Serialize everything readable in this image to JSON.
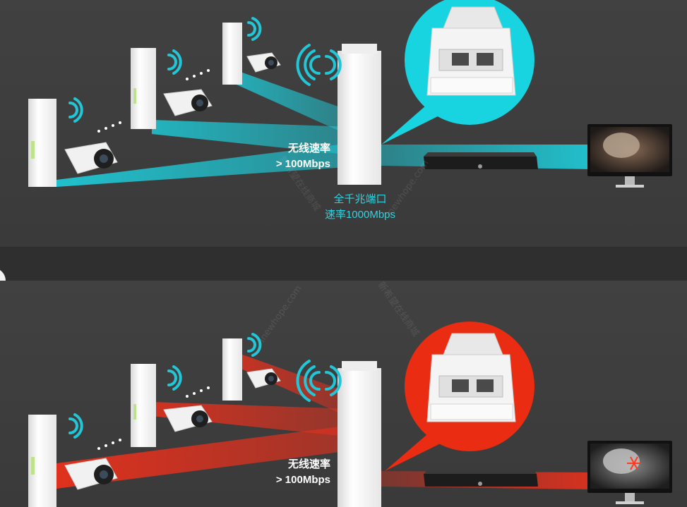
{
  "top": {
    "speed_line1": "无线速率",
    "speed_line2": "> 100Mbps",
    "port_line1": "全千兆端口",
    "port_line2": "速率1000Mbps",
    "beam_color": "#20c8d6",
    "bubble_color": "#18d4e0"
  },
  "bottom": {
    "speed_line1": "无线速率",
    "speed_line2": "> 100Mbps",
    "beam_color": "#e8301c",
    "bubble_color": "#ea2d12"
  },
  "watermarks": {
    "site_cn": "新希望在线商城",
    "site_en": "inewhope.com"
  },
  "icons": [
    "cpe-device-icon",
    "bullet-camera-icon",
    "wifi-signal-icon",
    "nvr-recorder-icon",
    "monitor-icon",
    "ethernet-port-icon"
  ]
}
